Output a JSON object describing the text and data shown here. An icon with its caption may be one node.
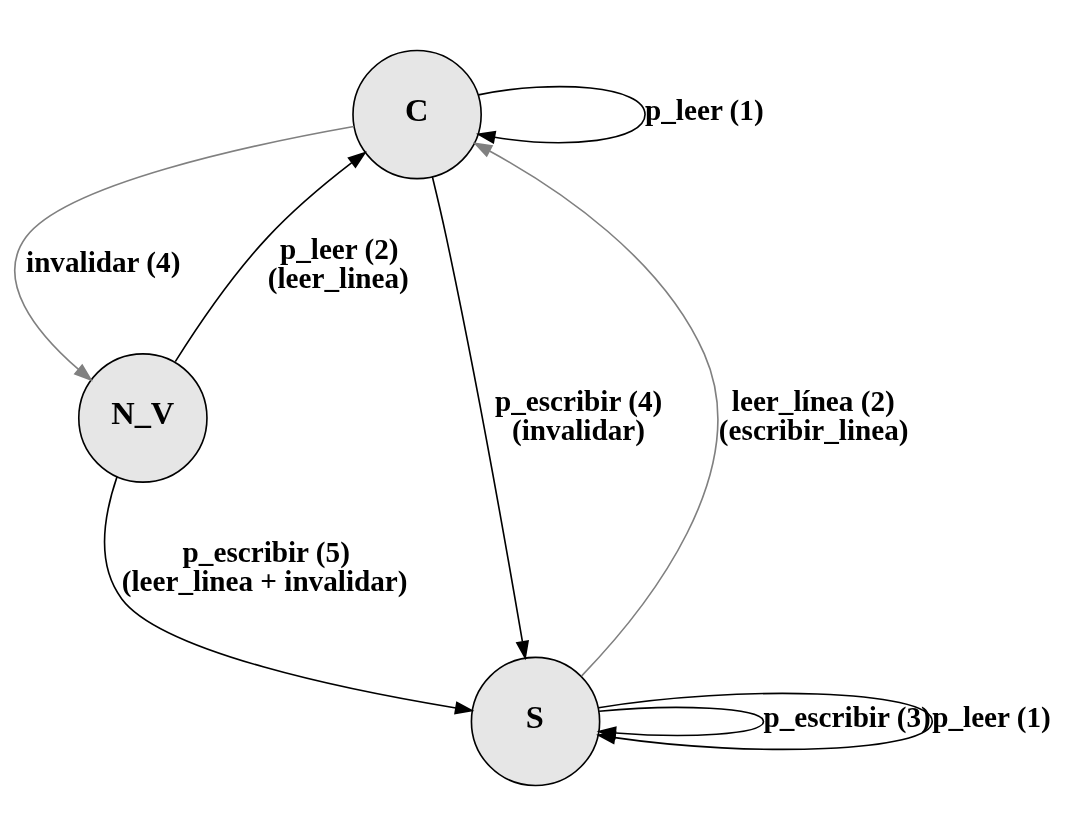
{
  "diagram": {
    "nodes": [
      {
        "text": [
          "C"
        ]
      },
      {
        "text": [
          "N_V"
        ]
      },
      {
        "text": [
          "S"
        ]
      }
    ],
    "edges": [
      {
        "from": 0,
        "to": 0,
        "arrow": "to",
        "label": "p_leer (1)"
      },
      {
        "from": 1,
        "to": 0,
        "arrow": "to",
        "label": "p_leer (2) (leer_linea)"
      },
      {
        "from": 0,
        "to": 1,
        "arrow": "to",
        "label": "invalidar (4)",
        "color": "#808080"
      },
      {
        "from": 1,
        "to": 2,
        "arrow": "to",
        "label": "p_escribir (5) (leer_linea + invalidar)"
      },
      {
        "from": 0,
        "to": 2,
        "arrow": "to",
        "label": "p_escribir (4) (invalidar)"
      },
      {
        "from": 2,
        "to": 0,
        "arrow": "to",
        "label": "leer_línea (2) (escribir_linea)",
        "color": "#808080"
      },
      {
        "from": 2,
        "to": 2,
        "arrow": "to",
        "label": "p_escribir (3)"
      },
      {
        "from": 2,
        "to": 2,
        "arrow": "to",
        "label": "p_leer (1)"
      }
    ]
  }
}
